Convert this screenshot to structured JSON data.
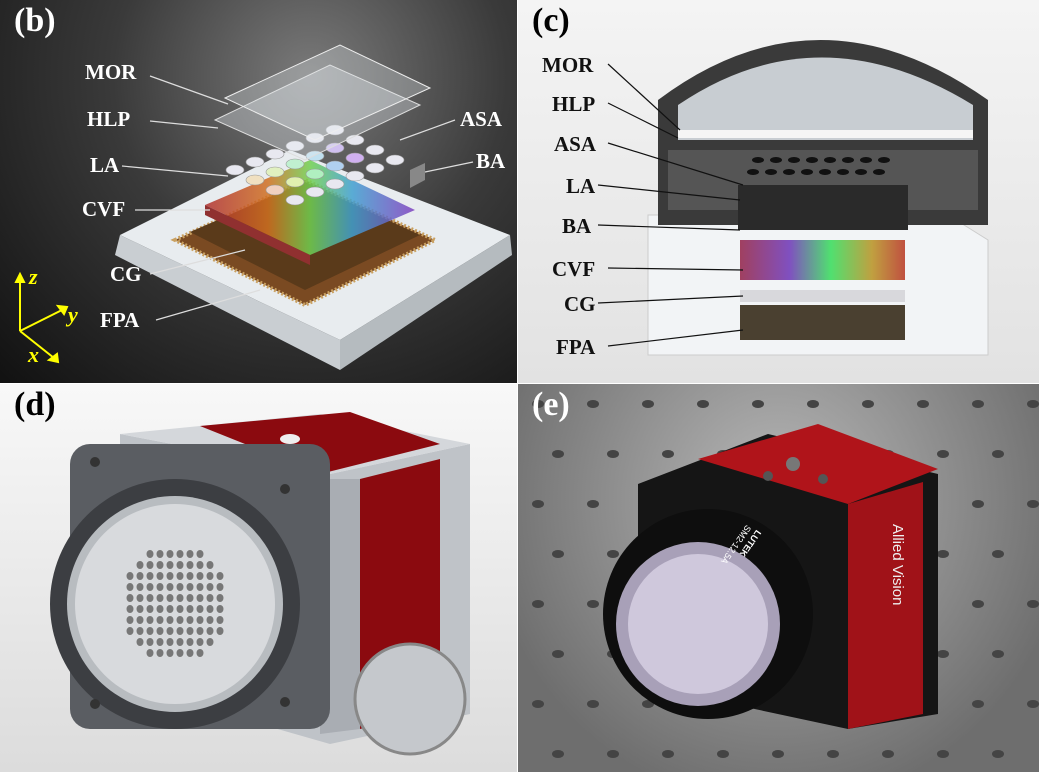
{
  "panels": {
    "b": {
      "label": "(b)",
      "parts": {
        "mor": "MOR",
        "hlp": "HLP",
        "la": "LA",
        "cvf": "CVF",
        "cg": "CG",
        "fpa": "FPA",
        "asa": "ASA",
        "ba": "BA"
      },
      "axes": {
        "z": "z",
        "y": "y",
        "x": "x"
      },
      "axis_color": "#ffff00"
    },
    "c": {
      "label": "(c)",
      "parts": {
        "mor": "MOR",
        "hlp": "HLP",
        "asa": "ASA",
        "la": "LA",
        "ba": "BA",
        "cvf": "CVF",
        "cg": "CG",
        "fpa": "FPA"
      }
    },
    "d": {
      "label": "(d)",
      "body_color": "#8b0a0f"
    },
    "e": {
      "label": "(e)",
      "brand": "Allied Vision",
      "lens_brand": "LUTEK",
      "lens_model": "SM2-12.5A",
      "body_color": "#b0141a"
    }
  }
}
